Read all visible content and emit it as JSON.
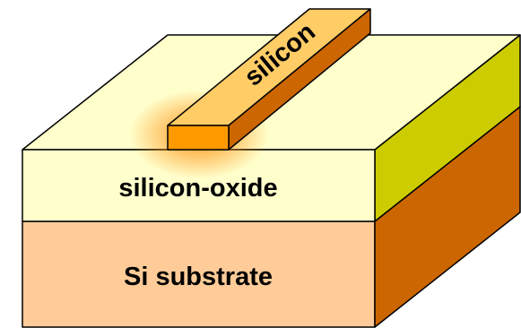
{
  "diagram": {
    "labels": {
      "waveguide": "silicon",
      "oxide": "silicon-oxide",
      "substrate": "Si substrate"
    },
    "colors": {
      "oxide_front": "#ffffcc",
      "oxide_top": "#ffffcc",
      "oxide_side": "#cccc00",
      "substrate_front": "#ffcc99",
      "substrate_side": "#cc6600",
      "waveguide_top": "#ffcc66",
      "waveguide_side": "#cc6600",
      "waveguide_front": "#ff9900",
      "glow": "#ff8800",
      "outline": "#000000"
    }
  }
}
